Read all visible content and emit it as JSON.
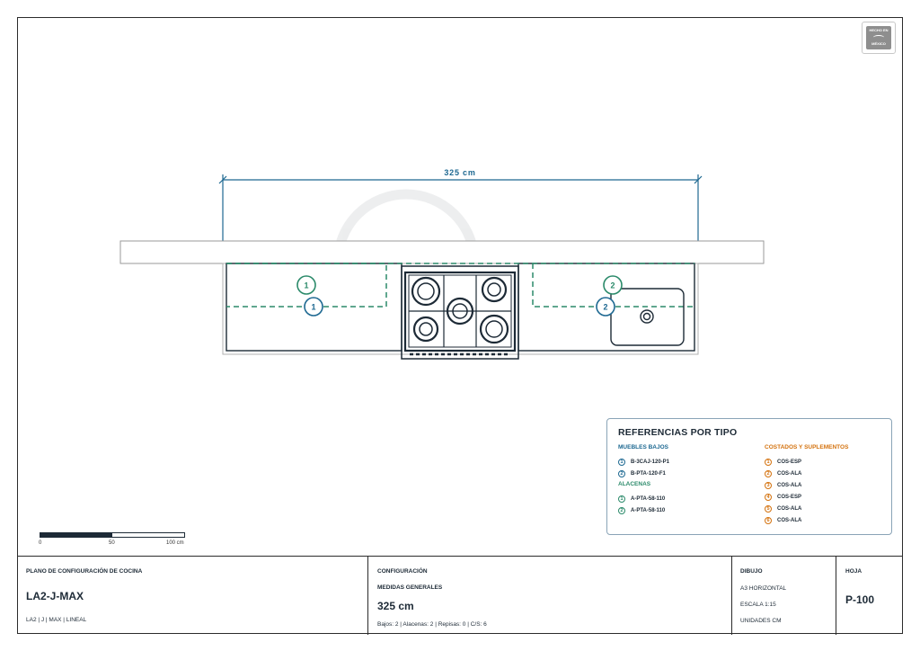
{
  "drawing": {
    "dimension_label": "325 cm",
    "markers": {
      "bottom_cabinet_1": "1",
      "wall_cabinet_1": "1",
      "bottom_cabinet_2": "2",
      "wall_cabinet_2": "2"
    }
  },
  "badge": {
    "line1": "HECHO EN",
    "line2": "MÉXICO"
  },
  "references": {
    "title": "REFERENCIAS POR TIPO",
    "muebles_bajos": {
      "heading": "MUEBLES BAJOS",
      "items": [
        {
          "num": "1",
          "code": "B-3CAJ-120-P1"
        },
        {
          "num": "2",
          "code": "B-PTA-120-F1"
        }
      ]
    },
    "alacenas": {
      "heading": "ALACENAS",
      "items": [
        {
          "num": "1",
          "code": "A-PTA-58-110"
        },
        {
          "num": "2",
          "code": "A-PTA-58-110"
        }
      ]
    },
    "costados": {
      "heading": "COSTADOS Y SUPLEMENTOS",
      "items": [
        {
          "num": "1",
          "code": "COS-ESP"
        },
        {
          "num": "2",
          "code": "COS-ALA"
        },
        {
          "num": "3",
          "code": "COS-ALA"
        },
        {
          "num": "4",
          "code": "COS-ESP"
        },
        {
          "num": "5",
          "code": "COS-ALA"
        },
        {
          "num": "6",
          "code": "COS-ALA"
        }
      ]
    }
  },
  "scale": {
    "labels": [
      "0",
      "50",
      "100 cm"
    ]
  },
  "titleblock": {
    "plan_label": "PLANO DE CONFIGURACIÓN DE COCINA",
    "model": "LA2-J-MAX",
    "model_sub": "LA2 | J | MAX | LINEAL",
    "config_label": "CONFIGURACIÓN",
    "measures_label": "MEDIDAS GENERALES",
    "measure_value": "325 cm",
    "counts": "Bajos: 2 | Alacenas: 2 | Repisas: 0 | C/S: 6",
    "dibujo_label": "DIBUJO",
    "format": "A3 HORIZONTAL",
    "escala": "ESCALA 1:15",
    "unidades": "UNIDADES CM",
    "hoja_label": "HOJA",
    "hoja": "P-100"
  },
  "colors": {
    "blue": "#1d6891",
    "green": "#2b8a6a",
    "orange": "#d4720e",
    "dark": "#1d2a36"
  }
}
